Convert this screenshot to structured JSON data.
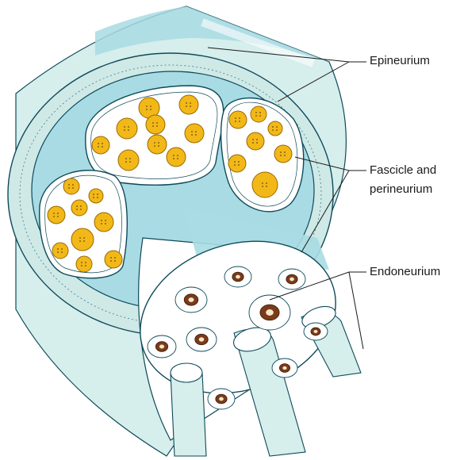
{
  "labels": {
    "epineurium": "Epineurium",
    "fascicle_line1": "Fascicle and",
    "fascicle_line2": "perineurium",
    "endoneurium": "Endoneurium"
  },
  "colors": {
    "epineurium_fill": "#cfe9e7",
    "epineurium_band": "#9fd3d9",
    "tissue_blue": "#a8dbe3",
    "axon_fill": "#f2b818",
    "axon_stroke": "#9a6a00",
    "myelin_core": "#7a3b1a",
    "outline": "#0e4a5a"
  }
}
